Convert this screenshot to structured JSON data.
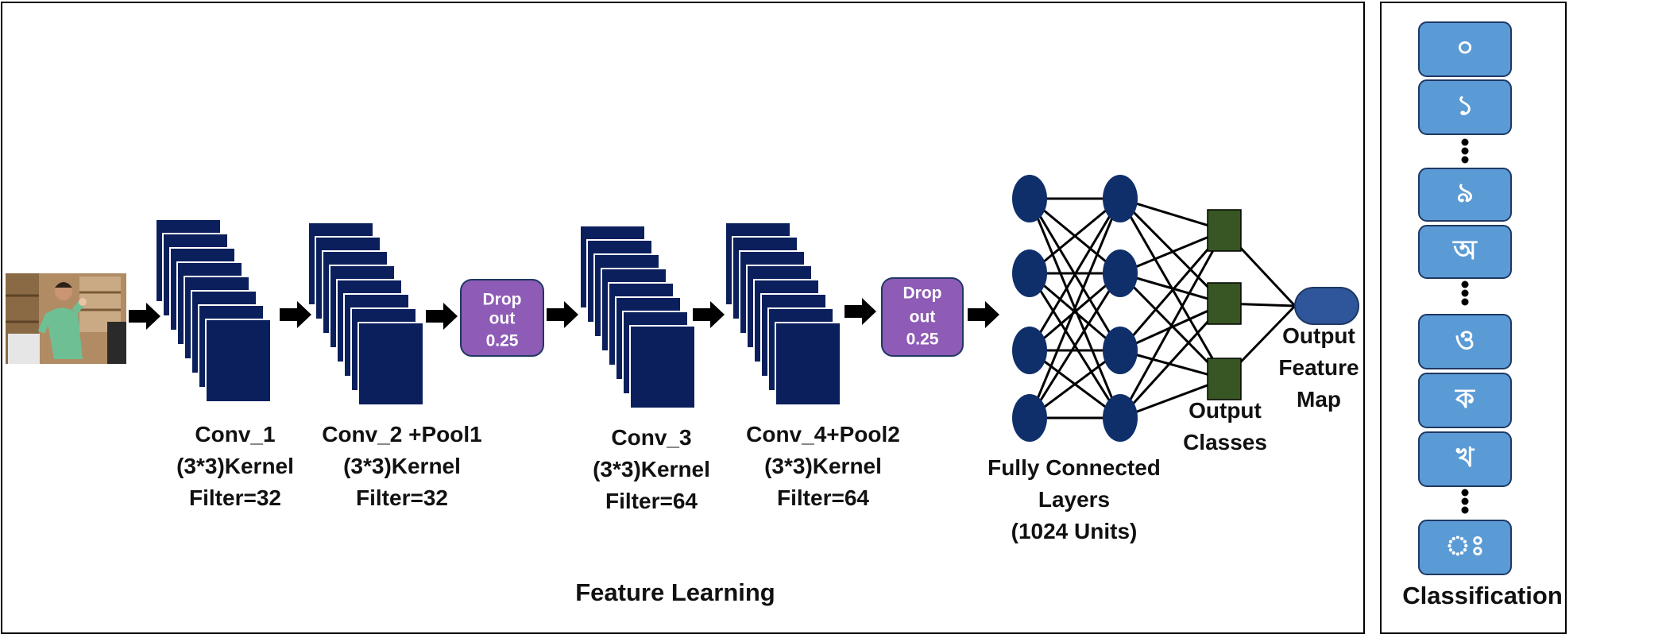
{
  "panels": {
    "feature_title": "Feature Learning",
    "classification_title": "Classification"
  },
  "layers": [
    {
      "lines": [
        "Conv_1",
        "(3*3)Kernel",
        "Filter=32"
      ]
    },
    {
      "lines": [
        "Conv_2 +Pool1",
        "(3*3)Kernel",
        "Filter=32"
      ]
    },
    {
      "lines": [
        "Conv_3",
        "(3*3)Kernel",
        "Filter=64"
      ]
    },
    {
      "lines": [
        "Conv_4+Pool2",
        "(3*3)Kernel",
        "Filter=64"
      ]
    }
  ],
  "dropouts": [
    {
      "lines": [
        "Drop",
        "out",
        "0.25"
      ]
    },
    {
      "lines": [
        "Drop",
        "out",
        "0.25"
      ]
    }
  ],
  "fc": {
    "lines": [
      "Fully Connected",
      "Layers",
      "(1024 Units)"
    ]
  },
  "output_classes": {
    "lines": [
      "Output",
      "Classes"
    ]
  },
  "output_map": {
    "lines": [
      "Output",
      "Feature",
      "Map"
    ]
  },
  "classes": [
    "০",
    "১",
    "৯",
    "অ",
    "ও",
    "ক",
    "খ",
    "ঃ"
  ],
  "colors": {
    "filter": "#0b1f5c",
    "dropout": "#8e5bb6",
    "node": "#0f2f6b",
    "output_square": "#375623",
    "output_map": "#2f569a",
    "class_box": "#5b9bd5"
  }
}
